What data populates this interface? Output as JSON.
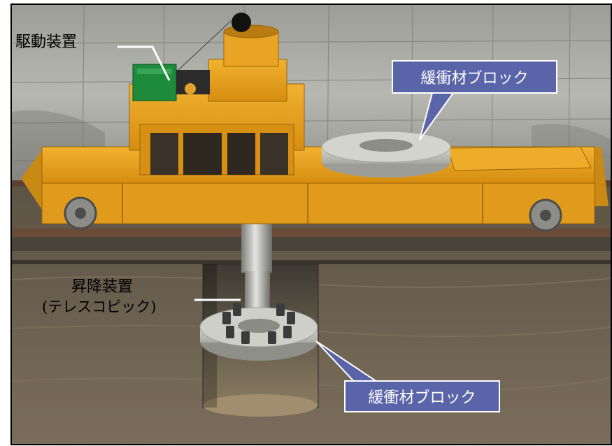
{
  "labels": {
    "drive_unit": "駆動装置",
    "lifting_unit_line1": "昇降装置",
    "lifting_unit_line2": "(テレスコピック)",
    "buffer_block_top": "緩衝材ブロック",
    "buffer_block_bottom": "緩衝材ブロック"
  },
  "colors": {
    "callout_fill": "#5a64a8",
    "vehicle_orange": "#e8a21a",
    "drive_motor_green": "#1e8a3c",
    "tunnel_wall": "#a8a9a3",
    "ground": "#6e6252"
  }
}
